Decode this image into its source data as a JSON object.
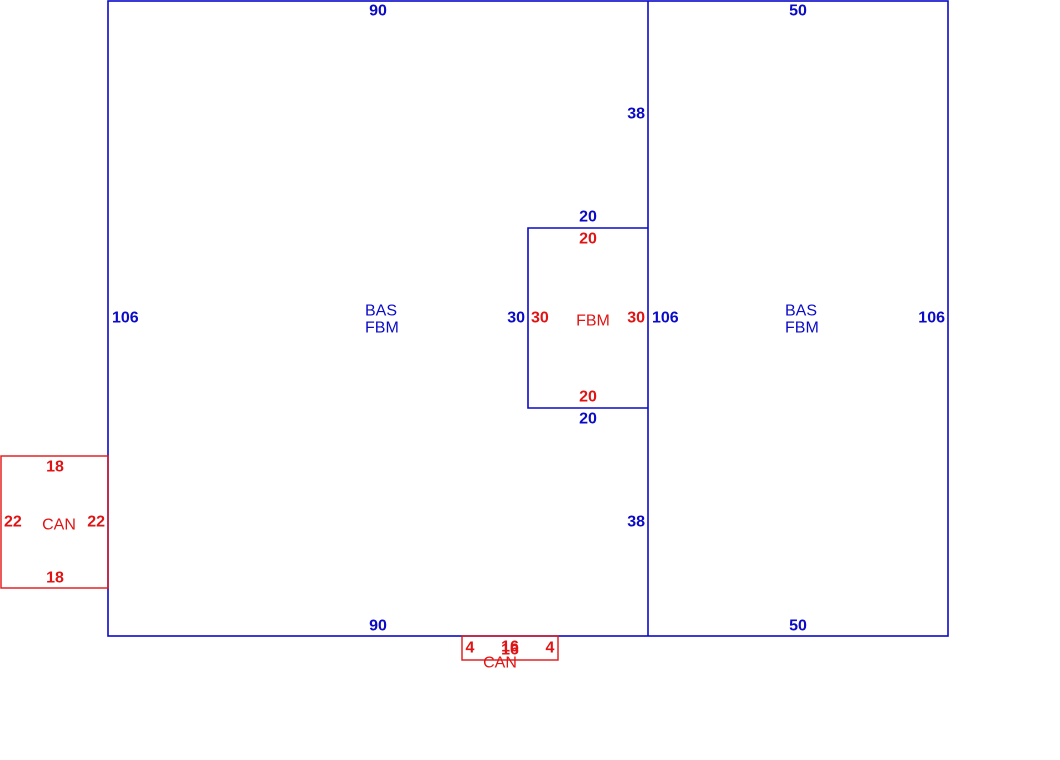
{
  "colors": {
    "main_structure": "#0a0ac8",
    "addition": "#e01414"
  },
  "areas": {
    "left_block": {
      "label_line1": "BAS",
      "label_line2": "FBM",
      "top": "90",
      "bottom": "90",
      "left": "106",
      "right_upper": "38",
      "right_lower": "38"
    },
    "right_block": {
      "label_line1": "BAS",
      "label_line2": "FBM",
      "top": "50",
      "bottom": "50",
      "left": "106",
      "right": "106"
    },
    "fbm_notch": {
      "label": "FBM",
      "outer_top": "20",
      "outer_bottom": "20",
      "outer_left": "30",
      "inner_top": "20",
      "inner_bottom": "20",
      "inner_left": "30",
      "inner_right": "30"
    },
    "can_left": {
      "label": "CAN",
      "top": "18",
      "bottom": "18",
      "left": "22",
      "right": "22"
    },
    "can_bottom": {
      "label": "CAN",
      "left": "4",
      "right": "4",
      "top": "16",
      "bottom": "16"
    }
  }
}
